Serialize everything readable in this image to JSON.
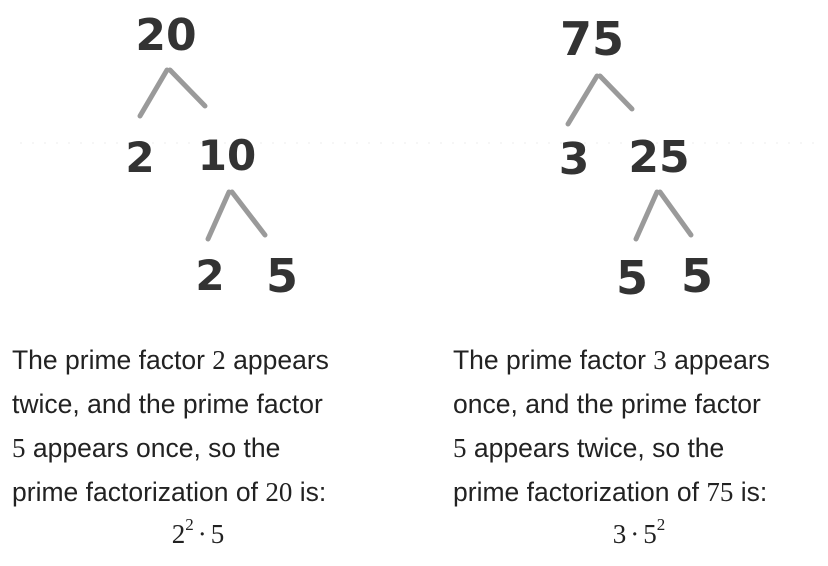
{
  "trees": [
    {
      "root": "20",
      "level1": [
        "2",
        "10"
      ],
      "level2": [
        "2",
        "5"
      ]
    },
    {
      "root": "75",
      "level1": [
        "3",
        "25"
      ],
      "level2": [
        "5",
        "5"
      ]
    }
  ],
  "descriptions": [
    {
      "line1_pre": "The prime factor ",
      "line1_num": "2",
      "line1_post": " appears",
      "line2": "twice, and the prime factor",
      "line3_num": "5",
      "line3_post": " appears once, so the",
      "line4_pre": "prime factorization of ",
      "line4_num": "20",
      "line4_post": " is:",
      "formula": {
        "base1": "2",
        "exp1": "2",
        "dot": "·",
        "base2": "5",
        "exp2": ""
      }
    },
    {
      "line1_pre": "The prime factor ",
      "line1_num": "3",
      "line1_post": " appears",
      "line2": "once, and the prime factor",
      "line3_num": "5",
      "line3_post": " appears twice, so the",
      "line4_pre": "prime factorization of ",
      "line4_num": "75",
      "line4_post": " is:",
      "formula": {
        "base1": "3",
        "exp1": "",
        "dot": "·",
        "base2": "5",
        "exp2": "2"
      }
    }
  ]
}
